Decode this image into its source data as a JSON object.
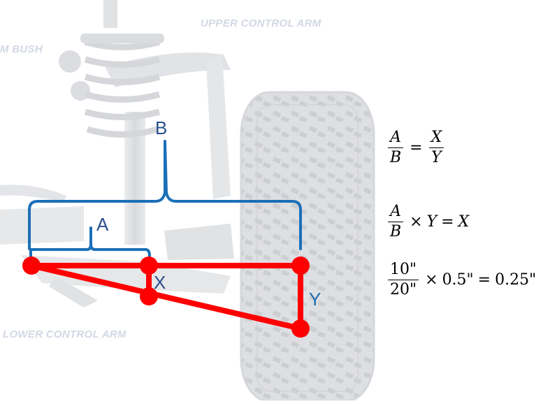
{
  "background_labels": {
    "upper_control_arm": "UPPER CONTROL ARM",
    "bush": "M BUSH",
    "lower_control_arm": "LOWER CONTROL ARM"
  },
  "dimension_labels": {
    "a": "A",
    "b": "B",
    "x": "X",
    "y": "Y"
  },
  "formulas": {
    "f1": {
      "lhs_num": "A",
      "lhs_den": "B",
      "eq": "=",
      "rhs_num": "X",
      "rhs_den": "Y"
    },
    "f2": {
      "num": "A",
      "den": "B",
      "times": "×",
      "var": "Y",
      "eq": "=",
      "result": "X"
    },
    "f3": {
      "num": "10\"",
      "den": "20\"",
      "times": "×",
      "factor": "0.5\"",
      "eq": "=",
      "result": "0.25\""
    }
  },
  "colors": {
    "bracket": "#1b6fb8",
    "label_blue": "#2a4f8c",
    "linkage_red": "#ff0000",
    "background_text": "#d2d8e4"
  }
}
